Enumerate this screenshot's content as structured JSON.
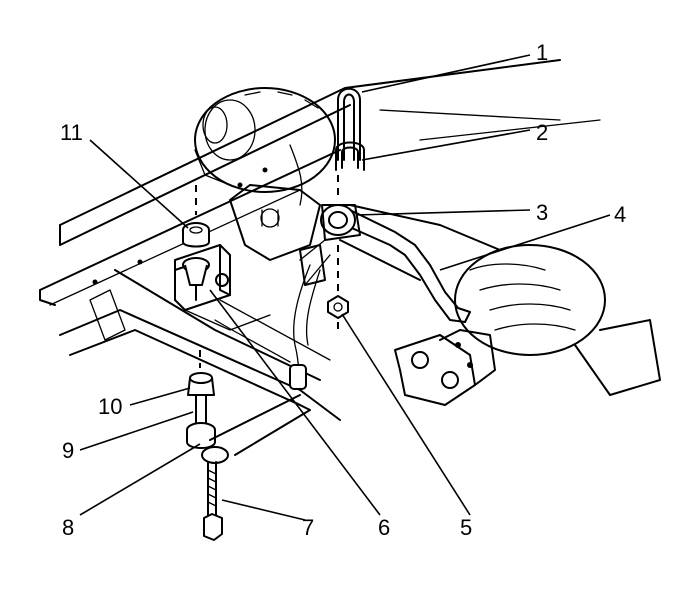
{
  "callouts": [
    {
      "id": "1",
      "label": "1"
    },
    {
      "id": "2",
      "label": "2"
    },
    {
      "id": "3",
      "label": "3"
    },
    {
      "id": "4",
      "label": "4"
    },
    {
      "id": "5",
      "label": "5"
    },
    {
      "id": "6",
      "label": "6"
    },
    {
      "id": "7",
      "label": "7"
    },
    {
      "id": "8",
      "label": "8"
    },
    {
      "id": "9",
      "label": "9"
    },
    {
      "id": "10",
      "label": "10"
    },
    {
      "id": "11",
      "label": "11"
    }
  ]
}
